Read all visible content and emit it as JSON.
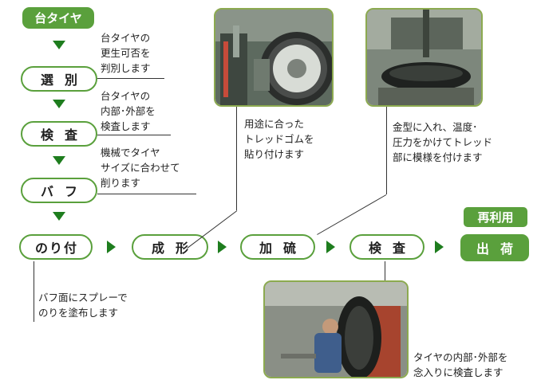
{
  "vertical_flow": {
    "start_label": "台タイヤ",
    "steps": [
      {
        "label": "選別",
        "note": [
          "台タイヤの",
          "更生可否を",
          "判別します"
        ]
      },
      {
        "label": "検査",
        "note": [
          "台タイヤの",
          "内部･外部を",
          "検査します"
        ]
      },
      {
        "label": "バフ",
        "note": [
          "機械でタイヤ",
          "サイズに合わせて",
          "削ります"
        ]
      }
    ]
  },
  "horizontal_flow": {
    "steps": [
      {
        "label": "のり付",
        "note": [
          "バフ面にスプレーで",
          "のりを塗布します"
        ]
      },
      {
        "label": "成形",
        "note": [
          "用途に合った",
          "トレッドゴムを",
          "貼り付けます"
        ]
      },
      {
        "label": "加硫",
        "note": [
          "金型に入れ、温度･",
          "圧力をかけてトレッド",
          "部に模様を付けます"
        ]
      },
      {
        "label": "検査",
        "note": [
          "タイヤの内部･外部を",
          "念入りに検査します"
        ]
      }
    ],
    "reuse_label": "再利用",
    "final_label": "出荷"
  },
  "colors": {
    "green": "#5aa03c",
    "arrow": "#1e7d1e"
  }
}
